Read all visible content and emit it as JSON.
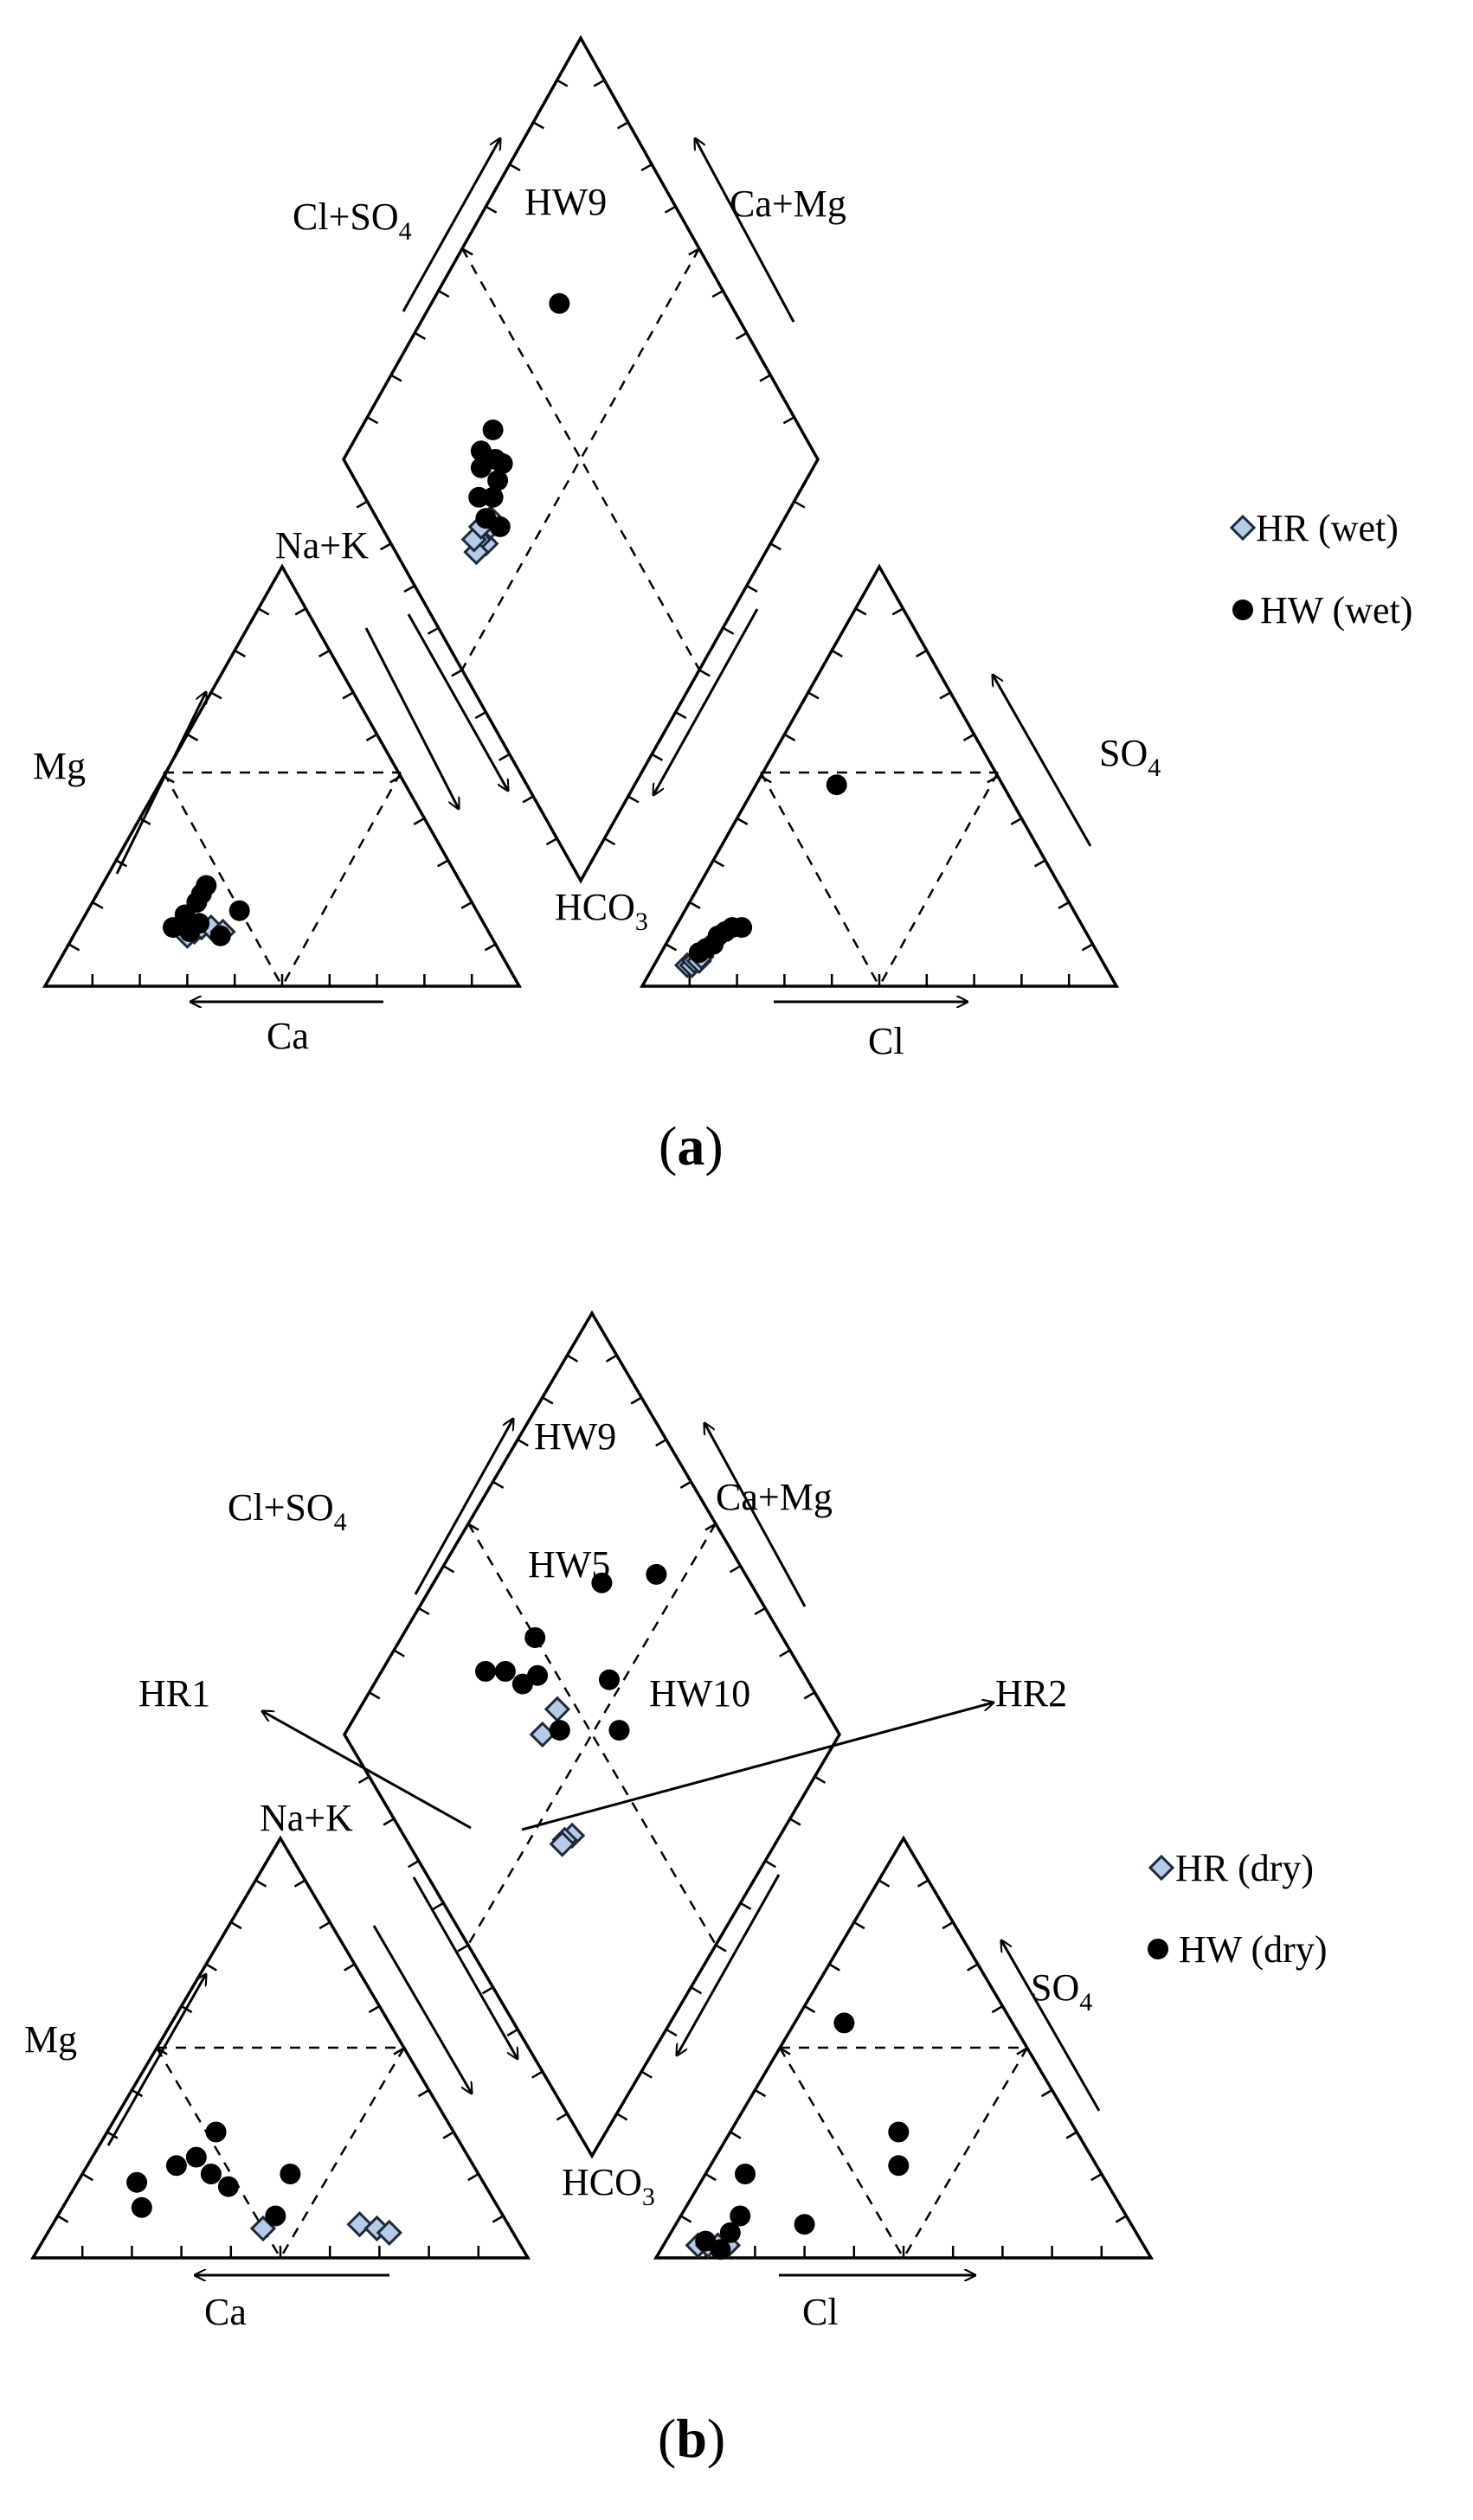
{
  "figure": {
    "panels": [
      {
        "id": "a",
        "label_open": "(",
        "label_letter": "a",
        "label_close": ")",
        "axis_labels": {
          "na_k": "Na+K",
          "mg": "Mg",
          "ca": "Ca",
          "cl_so4_main": "Cl+SO",
          "cl_so4_sub": "4",
          "ca_mg": "Ca+Mg",
          "hco3_main": "HCO",
          "hco3_sub": "3",
          "so4_main": "SO",
          "so4_sub": "4",
          "cl": "Cl"
        },
        "legend": [
          {
            "marker": "diamond",
            "label": "HR (wet)",
            "color": "#b7cbe6"
          },
          {
            "marker": "circle",
            "label": "HW (wet)",
            "color": "#000000"
          }
        ],
        "annotations": [
          "HW9"
        ]
      },
      {
        "id": "b",
        "label_open": "(",
        "label_letter": "b",
        "label_close": ")",
        "axis_labels": {
          "na_k": "Na+K",
          "mg": "Mg",
          "ca": "Ca",
          "cl_so4_main": "Cl+SO",
          "cl_so4_sub": "4",
          "ca_mg": "Ca+Mg",
          "hco3_main": "HCO",
          "hco3_sub": "3",
          "so4_main": "SO",
          "so4_sub": "4",
          "cl": "Cl"
        },
        "legend": [
          {
            "marker": "diamond",
            "label": "HR (dry)",
            "color": "#b7cbe6"
          },
          {
            "marker": "circle",
            "label": "HW (dry)",
            "color": "#000000"
          }
        ],
        "annotations": [
          "HW9",
          "HW5",
          "HW10",
          "HR1",
          "HR2"
        ]
      }
    ]
  },
  "chart_data": [
    {
      "type": "scatter",
      "subtype": "piper",
      "panel": "a",
      "units": "percent of meq/L",
      "series": [
        {
          "name": "HR (wet)",
          "marker": "diamond",
          "cations": [
            {
              "ca": 64,
              "mg": 12,
              "na_k": 24
            },
            {
              "ca": 62,
              "mg": 13,
              "na_k": 25
            },
            {
              "ca": 60,
              "mg": 14,
              "na_k": 26
            },
            {
              "ca": 58,
              "mg": 14,
              "na_k": 28
            },
            {
              "ca": 56,
              "mg": 13,
              "na_k": 31
            }
          ],
          "anions": [
            {
              "hco3": 88,
              "so4": 5,
              "cl": 7
            },
            {
              "hco3": 87,
              "so4": 5,
              "cl": 8
            },
            {
              "hco3": 86,
              "so4": 6,
              "cl": 8
            },
            {
              "hco3": 85,
              "so4": 6,
              "cl": 9
            },
            {
              "hco3": 84,
              "so4": 7,
              "cl": 9
            }
          ],
          "diamond": [
            {
              "cl_so4": 20,
              "ca_mg": 60
            },
            {
              "cl_so4": 19,
              "ca_mg": 62
            },
            {
              "cl_so4": 17,
              "ca_mg": 61
            },
            {
              "cl_so4": 18,
              "ca_mg": 63
            },
            {
              "cl_so4": 23,
              "ca_mg": 61
            },
            {
              "cl_so4": 21,
              "ca_mg": 63
            },
            {
              "cl_so4": 24,
              "ca_mg": 62
            }
          ]
        },
        {
          "name": "HW (wet)",
          "marker": "circle",
          "cations": [
            {
              "ca": 66,
              "mg": 14,
              "na_k": 20
            },
            {
              "ca": 62,
              "mg": 17,
              "na_k": 21
            },
            {
              "ca": 58,
              "mg": 20,
              "na_k": 22
            },
            {
              "ca": 56,
              "mg": 22,
              "na_k": 22
            },
            {
              "ca": 60,
              "mg": 15,
              "na_k": 25
            },
            {
              "ca": 54,
              "mg": 24,
              "na_k": 22
            },
            {
              "ca": 50,
              "mg": 18,
              "na_k": 32
            },
            {
              "ca": 63,
              "mg": 13,
              "na_k": 24
            },
            {
              "ca": 57,
              "mg": 12,
              "na_k": 31
            }
          ],
          "anions": [
            {
              "hco3": 82,
              "so4": 9,
              "cl": 9
            },
            {
              "hco3": 80,
              "so4": 10,
              "cl": 10
            },
            {
              "hco3": 78,
              "so4": 12,
              "cl": 10
            },
            {
              "hco3": 76,
              "so4": 13,
              "cl": 11
            },
            {
              "hco3": 74,
              "so4": 14,
              "cl": 12
            },
            {
              "hco3": 72,
              "so4": 14,
              "cl": 14
            },
            {
              "hco3": 35,
              "so4": 48,
              "cl": 17
            },
            {
              "hco3": 84,
              "so4": 8,
              "cl": 8
            }
          ],
          "diamond": [
            {
              "cl_so4": 24,
              "ca_mg": 67
            },
            {
              "cl_so4": 23,
              "ca_mg": 63
            },
            {
              "cl_so4": 30,
              "ca_mg": 65
            },
            {
              "cl_so4": 28,
              "ca_mg": 70
            },
            {
              "cl_so4": 32,
              "ca_mg": 68
            },
            {
              "cl_so4": 30,
              "ca_mg": 72
            },
            {
              "cl_so4": 35,
              "ca_mg": 72
            },
            {
              "cl_so4": 33,
              "ca_mg": 66
            },
            {
              "cl_so4": 27,
              "ca_mg": 64
            },
            {
              "cl_so4": 25,
              "ca_mg": 59
            },
            {
              "cl_so4": 64,
              "ca_mg": 73
            }
          ]
        }
      ],
      "labeled_points": [
        {
          "label": "HW9",
          "series": "HW (wet)",
          "diamond": {
            "cl_so4": 64,
            "ca_mg": 73
          }
        }
      ]
    },
    {
      "type": "scatter",
      "subtype": "piper",
      "panel": "b",
      "units": "percent of meq/L",
      "series": [
        {
          "name": "HR (dry)",
          "marker": "diamond",
          "cations": [
            {
              "ca": 50,
              "mg": 7,
              "na_k": 43
            },
            {
              "ca": 30,
              "mg": 8,
              "na_k": 62
            },
            {
              "ca": 27,
              "mg": 7,
              "na_k": 66
            },
            {
              "ca": 25,
              "mg": 6,
              "na_k": 69
            }
          ],
          "anions": [
            {
              "hco3": 90,
              "so4": 3,
              "cl": 7
            },
            {
              "hco3": 88,
              "so4": 3,
              "cl": 9
            },
            {
              "hco3": 86,
              "so4": 3,
              "cl": 11
            },
            {
              "hco3": 84,
              "so4": 3,
              "cl": 13
            }
          ],
          "diamond": [
            {
              "cl_so4": 40,
              "ca_mg": 60
            },
            {
              "cl_so4": 46,
              "ca_mg": 60
            },
            {
              "cl_so4": 34,
              "ca_mg": 42
            },
            {
              "cl_so4": 32,
              "ca_mg": 43
            },
            {
              "cl_so4": 31,
              "ca_mg": 43
            }
          ]
        },
        {
          "name": "HW (dry)",
          "marker": "circle",
          "cations": [
            {
              "ca": 70,
              "mg": 18,
              "na_k": 12
            },
            {
              "ca": 72,
              "mg": 12,
              "na_k": 16
            },
            {
              "ca": 60,
              "mg": 22,
              "na_k": 18
            },
            {
              "ca": 55,
              "mg": 24,
              "na_k": 21
            },
            {
              "ca": 54,
              "mg": 20,
              "na_k": 26
            },
            {
              "ca": 52,
              "mg": 17,
              "na_k": 31
            },
            {
              "ca": 46,
              "mg": 10,
              "na_k": 44
            },
            {
              "ca": 38,
              "mg": 20,
              "na_k": 42
            },
            {
              "ca": 48,
              "mg": 30,
              "na_k": 22
            }
          ],
          "anions": [
            {
              "hco3": 86,
              "so4": 2,
              "cl": 12
            },
            {
              "hco3": 82,
              "so4": 6,
              "cl": 12
            },
            {
              "hco3": 78,
              "so4": 10,
              "cl": 12
            },
            {
              "hco3": 72,
              "so4": 20,
              "cl": 8
            },
            {
              "hco3": 66,
              "so4": 8,
              "cl": 26
            },
            {
              "hco3": 40,
              "so4": 22,
              "cl": 38
            },
            {
              "hco3": 36,
              "so4": 30,
              "cl": 34
            },
            {
              "hco3": 34,
              "so4": 56,
              "cl": 10
            },
            {
              "hco3": 88,
              "so4": 4,
              "cl": 8
            }
          ],
          "diamond": [
            {
              "cl_so4": 70,
              "ca_mg": 66
            },
            {
              "cl_so4": 60,
              "ca_mg": 53
            },
            {
              "cl_so4": 50,
              "ca_mg": 73
            },
            {
              "cl_so4": 46,
              "ca_mg": 68
            },
            {
              "cl_so4": 42,
              "ca_mg": 70
            },
            {
              "cl_so4": 40,
              "ca_mg": 75
            },
            {
              "cl_so4": 36,
              "ca_mg": 79
            },
            {
              "cl_so4": 56,
              "ca_mg": 45
            },
            {
              "cl_so4": 44,
              "ca_mg": 57
            },
            {
              "cl_so4": 82,
              "ca_mg": 56
            }
          ]
        }
      ],
      "labeled_points": [
        {
          "label": "HW9",
          "series": "HW (dry)",
          "diamond": {
            "cl_so4": 82,
            "ca_mg": 56
          }
        },
        {
          "label": "HW5",
          "series": "HW (dry)",
          "diamond": {
            "cl_so4": 70,
            "ca_mg": 66
          }
        },
        {
          "label": "HW10",
          "series": "HW (dry)",
          "diamond": {
            "cl_so4": 56,
            "ca_mg": 45
          }
        },
        {
          "label": "HR1",
          "series": "HR (dry)",
          "diamond": {
            "cl_so4": 40,
            "ca_mg": 60
          }
        },
        {
          "label": "HR2",
          "series": "HR (dry)",
          "diamond": {
            "cl_so4": 46,
            "ca_mg": 60
          }
        }
      ]
    }
  ]
}
